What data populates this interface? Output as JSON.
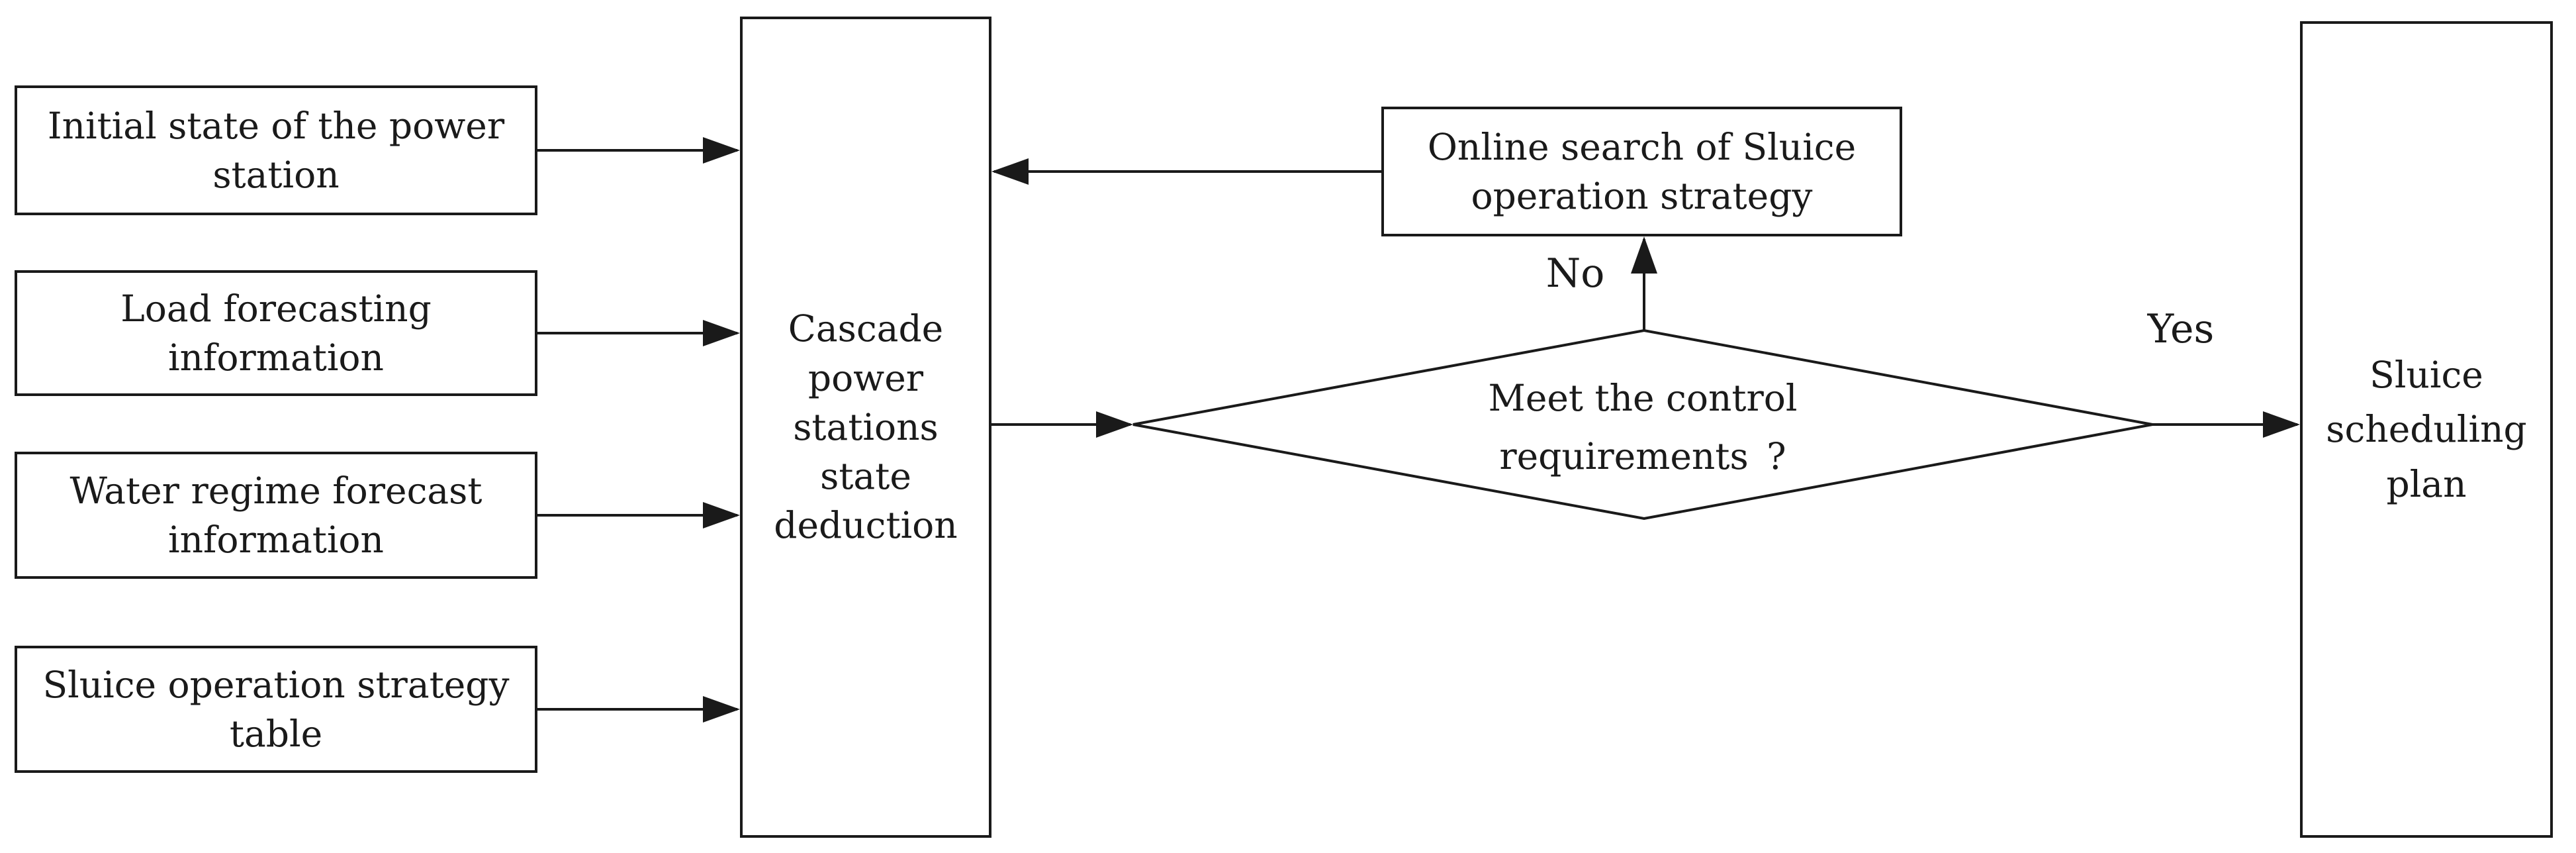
{
  "flowchart": {
    "background_color": "#ffffff",
    "line_color": "#1a1a1a",
    "inputs": [
      {
        "label": "Initial state of the power\nstation"
      },
      {
        "label": "Load forecasting\ninformation"
      },
      {
        "label": "Water regime forecast\ninformation"
      },
      {
        "label": "Sluice operation strategy\ntable"
      }
    ],
    "process": {
      "label": "Cascade\npower\nstations\nstate\ndeduction"
    },
    "feedback": {
      "label": "Online search of Sluice\noperation strategy"
    },
    "decision": {
      "label": "Meet the control\nrequirements ?"
    },
    "output": {
      "label": "Sluice\nscheduling\nplan"
    },
    "edge_labels": {
      "no": "No",
      "yes": "Yes"
    }
  }
}
